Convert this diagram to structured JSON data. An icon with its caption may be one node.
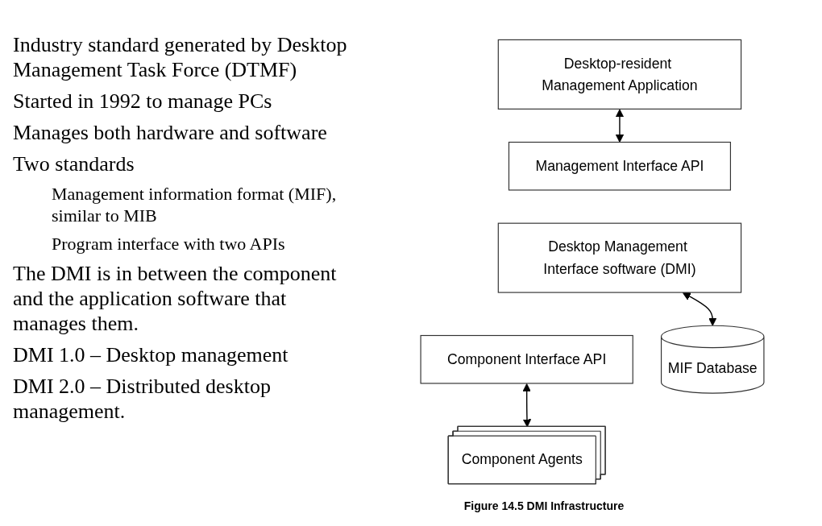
{
  "diagram": {
    "caption": "Figure 14.5 DMI Infrastructure",
    "nodes": [
      {
        "text": [
          "Desktop-resident Management Application"
        ]
      },
      {
        "text": [
          "Management Interface API"
        ]
      },
      {
        "text": [
          "Desktop Management Interface software (DMI)"
        ]
      },
      {
        "text": [
          "Component Interface API"
        ]
      },
      {
        "text": [
          "MIF Database"
        ]
      },
      {
        "text": [
          "Component Agents"
        ]
      }
    ],
    "edges": [
      {
        "from": 0,
        "to": 1,
        "arrow": "both"
      },
      {
        "from": 2,
        "to": 4,
        "arrow": "both"
      },
      {
        "from": 3,
        "to": 5,
        "arrow": "both"
      }
    ],
    "labels": [
      "Industry standard generated by Desktop Management Task Force (DTMF)",
      "Started in 1992 to manage PCs",
      "Manages both hardware and software",
      "Two standards",
      "Management information format (MIF), similar to MIB",
      "Program interface with two APIs",
      "The DMI is in between the component and the application software that manages them.",
      "DMI 1.0 – Desktop management",
      "DMI 2.0 – Distributed desktop management."
    ]
  }
}
